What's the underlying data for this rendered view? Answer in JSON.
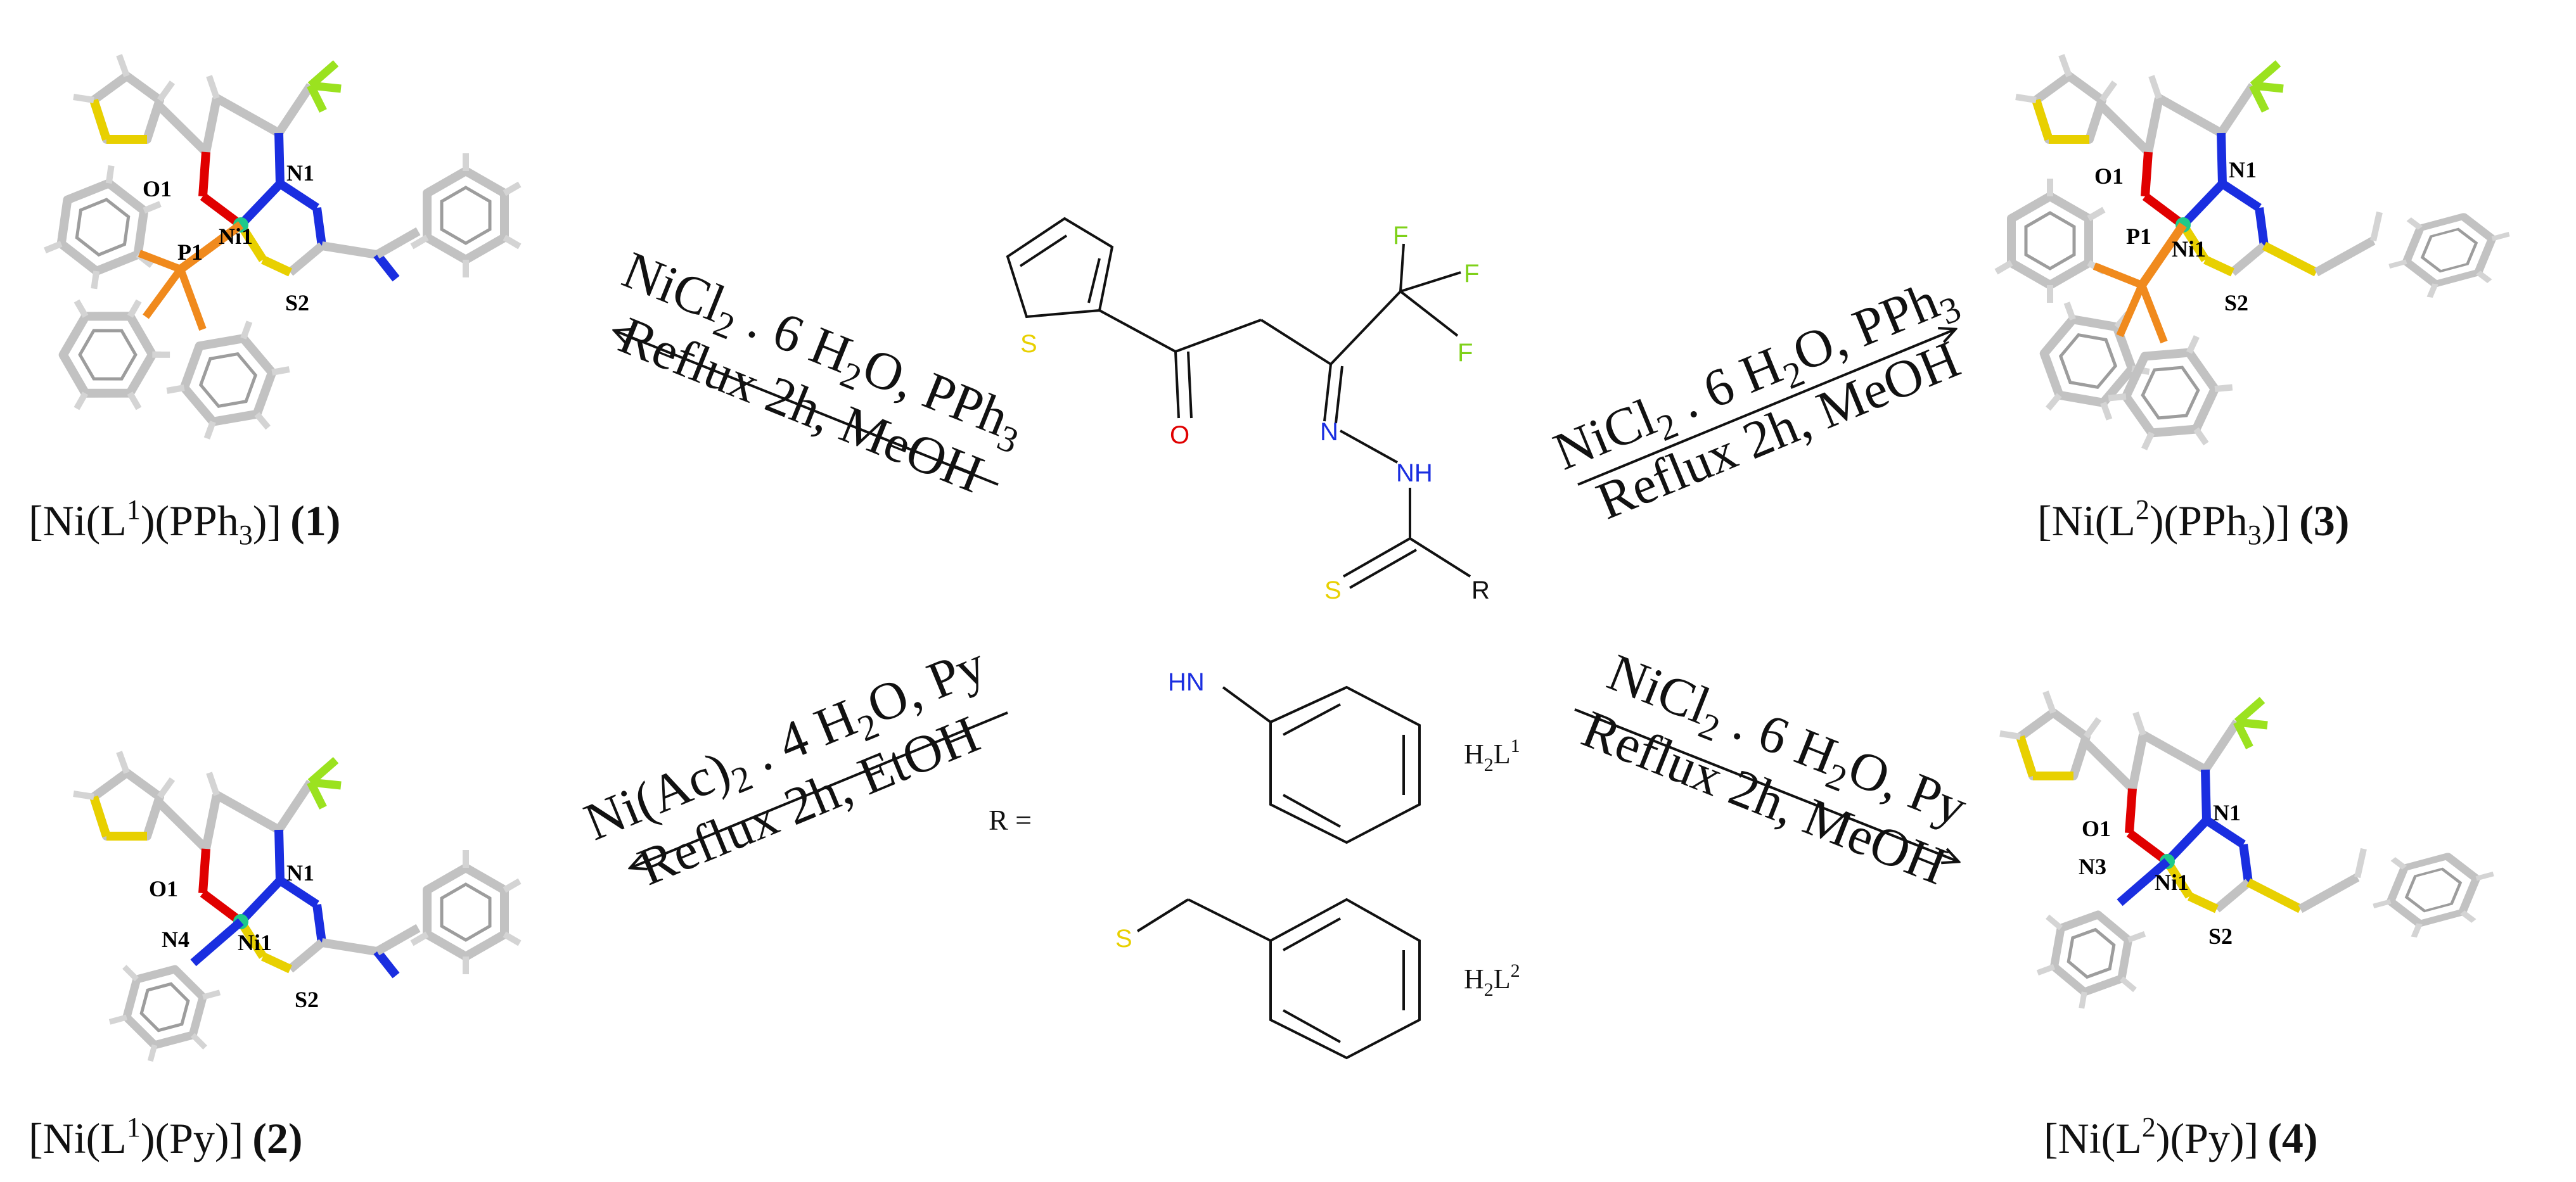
{
  "reagent": {
    "atoms": {
      "O": "O",
      "N": "N",
      "NH": "NH",
      "S_ring": "S",
      "S_thio": "S",
      "R": "R",
      "F1": "F",
      "F2": "F",
      "F3": "F"
    },
    "r_equals": "R =",
    "substituents": [
      {
        "atom_label": "HN",
        "ligand_main": "H",
        "ligand_sub": "2",
        "ligand_L": "L",
        "ligand_sup": "1"
      },
      {
        "atom_label": "S",
        "ligand_main": "H",
        "ligand_sub": "2",
        "ligand_L": "L",
        "ligand_sup": "2"
      }
    ]
  },
  "conditions": {
    "top_left": {
      "line1": [
        "NiCl",
        "2",
        " . 6 H",
        "2",
        "O, PPh",
        "3"
      ],
      "line2": "Reflux 2h, MeOH"
    },
    "top_right": {
      "line1": [
        "NiCl",
        "2",
        " . 6 H",
        "2",
        "O, PPh",
        "3"
      ],
      "line2": "Reflux 2h, MeOH"
    },
    "bottom_left": {
      "line1": [
        "Ni(Ac)",
        "2",
        " . 4 H",
        "2",
        "O, Py",
        ""
      ],
      "line2": "Reflux 2h, EtOH"
    },
    "bottom_right": {
      "line1": [
        "NiCl",
        "2",
        " . 6 H",
        "2",
        "O, Py",
        ""
      ],
      "line2": "Reflux 2h, MeOH"
    }
  },
  "complexes": [
    {
      "name_pre": "[Ni(L",
      "sup": "1",
      "name_mid": ")(PPh",
      "sub": "3",
      "name_post": ")]",
      "num": "(1)",
      "atoms": {
        "o": "O1",
        "n": "N1",
        "ni": "Ni1",
        "s": "S2",
        "x": "P1"
      }
    },
    {
      "name_pre": "[Ni(L",
      "sup": "1",
      "name_mid": ")(Py)]",
      "sub": "",
      "name_post": "",
      "num": "(2)",
      "atoms": {
        "o": "O1",
        "n": "N1",
        "ni": "Ni1",
        "s": "S2",
        "x": "N4"
      }
    },
    {
      "name_pre": "[Ni(L",
      "sup": "2",
      "name_mid": ")(PPh",
      "sub": "3",
      "name_post": ")]",
      "num": "(3)",
      "atoms": {
        "o": "O1",
        "n": "N1",
        "ni": "Ni1",
        "s": "S2",
        "x": "P1"
      }
    },
    {
      "name_pre": "[Ni(L",
      "sup": "2",
      "name_mid": ")(Py)]",
      "sub": "",
      "name_post": "",
      "num": "(4)",
      "atoms": {
        "o": "O1",
        "n": "N1",
        "ni": "Ni1",
        "s": "S2",
        "x": "N3"
      }
    }
  ],
  "colors": {
    "oxygen": "#e00000",
    "nitrogen": "#1a2ee0",
    "sulfur": "#e8d000",
    "fluorine": "#9be21f",
    "nickel": "#1fc98a",
    "phosphorus": "#f08a1d",
    "carbon": "#b8b8b8"
  }
}
